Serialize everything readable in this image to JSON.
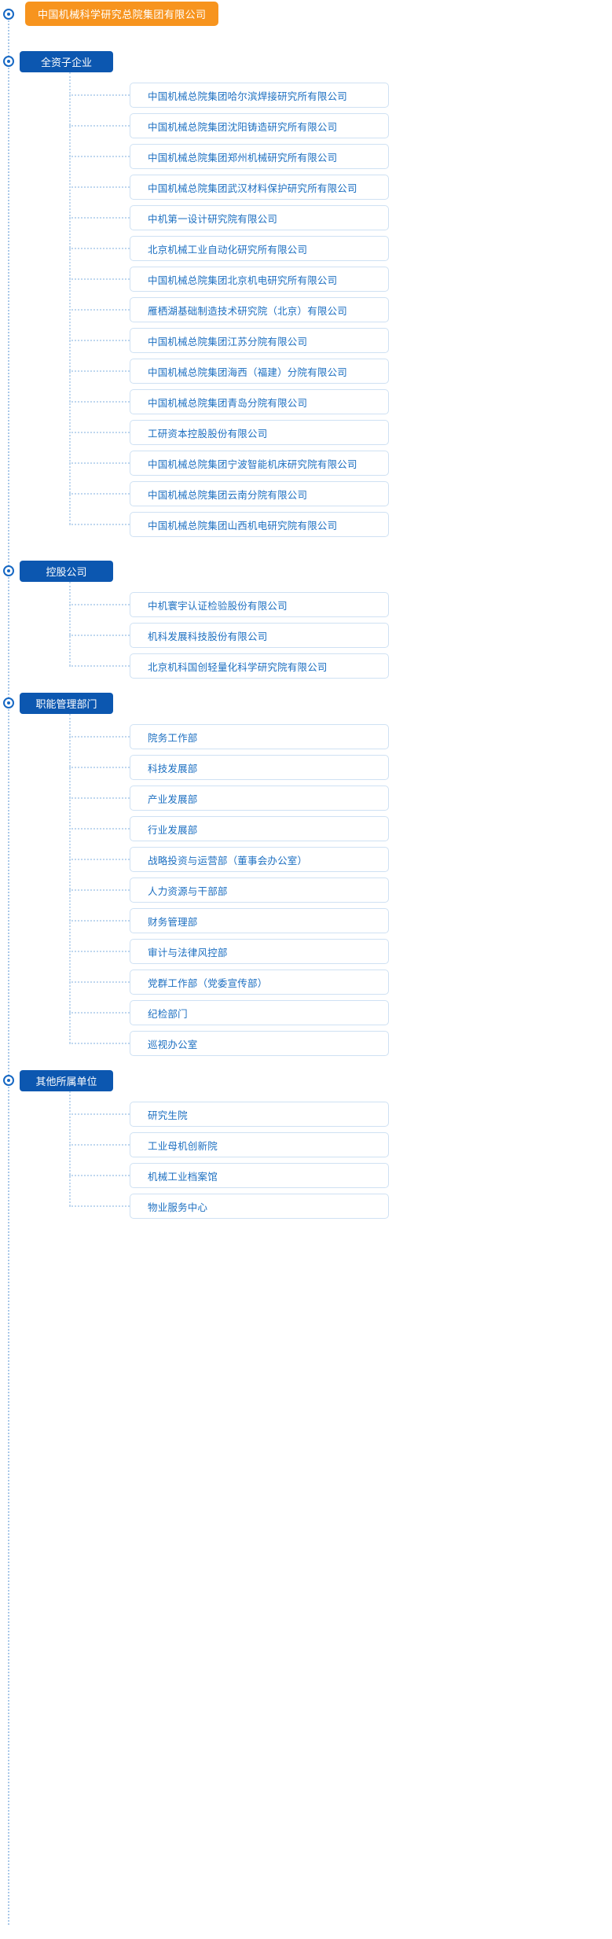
{
  "root": {
    "label": "中国机械科学研究总院集团有限公司",
    "color": "#F7941E"
  },
  "theme": {
    "section_header_color": "#0C57B0",
    "item_border_color": "#CFE1F3",
    "item_text_color": "#1C6FC1",
    "connector_color": "#BFD7EF",
    "spine_color": "#A9C8E9",
    "marker_color": "#1668C4"
  },
  "sections": [
    {
      "label": "全资子企业",
      "marker_icon": "bullseye-icon",
      "items": [
        {
          "label": "中国机械总院集团哈尔滨焊接研究所有限公司"
        },
        {
          "label": "中国机械总院集团沈阳铸造研究所有限公司"
        },
        {
          "label": "中国机械总院集团郑州机械研究所有限公司"
        },
        {
          "label": "中国机械总院集团武汉材料保护研究所有限公司"
        },
        {
          "label": "中机第一设计研究院有限公司"
        },
        {
          "label": "北京机械工业自动化研究所有限公司"
        },
        {
          "label": "中国机械总院集团北京机电研究所有限公司"
        },
        {
          "label": "雁栖湖基础制造技术研究院（北京）有限公司"
        },
        {
          "label": "中国机械总院集团江苏分院有限公司"
        },
        {
          "label": "中国机械总院集团海西（福建）分院有限公司"
        },
        {
          "label": "中国机械总院集团青岛分院有限公司"
        },
        {
          "label": "工研资本控股股份有限公司"
        },
        {
          "label": "中国机械总院集团宁波智能机床研究院有限公司"
        },
        {
          "label": "中国机械总院集团云南分院有限公司"
        },
        {
          "label": "中国机械总院集团山西机电研究院有限公司"
        }
      ]
    },
    {
      "label": "控股公司",
      "marker_icon": "bullseye-icon",
      "items": [
        {
          "label": "中机寰宇认证检验股份有限公司"
        },
        {
          "label": "机科发展科技股份有限公司"
        },
        {
          "label": "北京机科国创轻量化科学研究院有限公司"
        }
      ]
    },
    {
      "label": "职能管理部门",
      "marker_icon": "bullseye-icon",
      "items": [
        {
          "label": "院务工作部"
        },
        {
          "label": "科技发展部"
        },
        {
          "label": "产业发展部"
        },
        {
          "label": "行业发展部"
        },
        {
          "label": "战略投资与运营部（董事会办公室）"
        },
        {
          "label": "人力资源与干部部"
        },
        {
          "label": "财务管理部"
        },
        {
          "label": "审计与法律风控部"
        },
        {
          "label": "党群工作部（党委宣传部）"
        },
        {
          "label": "纪检部门"
        },
        {
          "label": "巡视办公室"
        }
      ]
    },
    {
      "label": "其他所属单位",
      "marker_icon": "bullseye-icon",
      "items": [
        {
          "label": "研究生院"
        },
        {
          "label": "工业母机创新院"
        },
        {
          "label": "机械工业档案馆"
        },
        {
          "label": "物业服务中心"
        }
      ]
    }
  ]
}
